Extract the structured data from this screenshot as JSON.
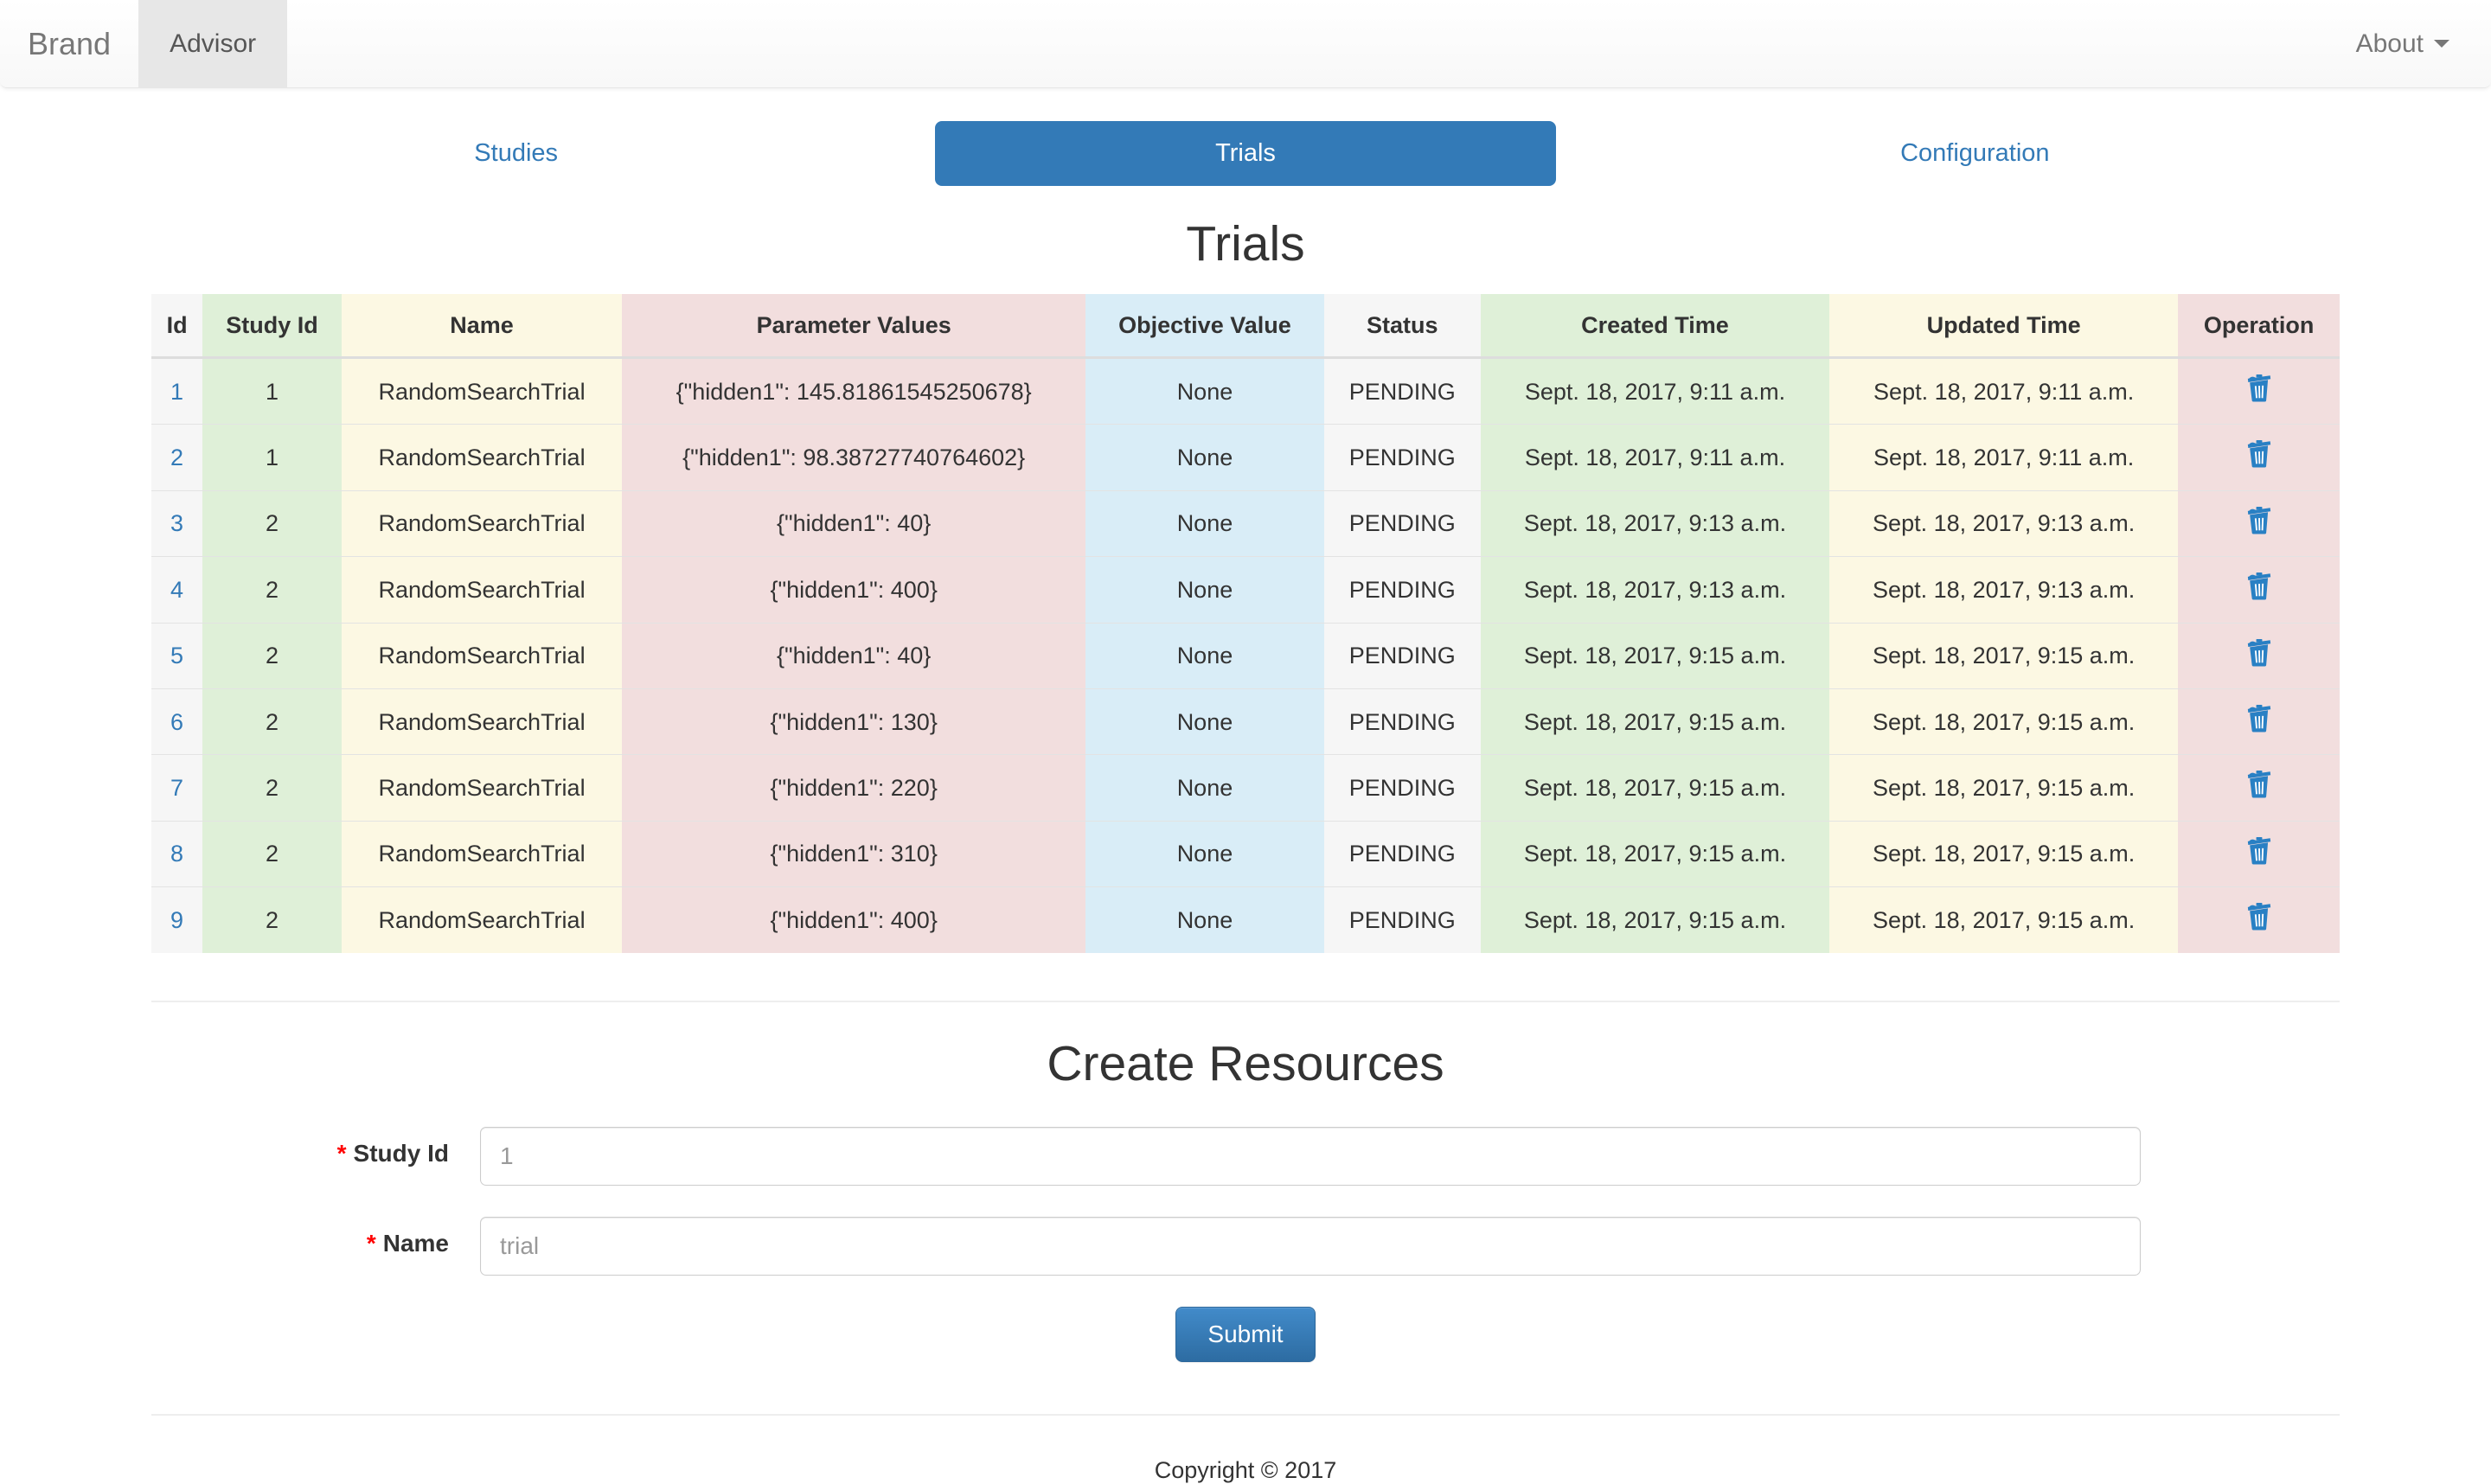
{
  "navbar": {
    "brand": "Brand",
    "items": [
      {
        "label": "Advisor",
        "active": true
      }
    ],
    "right": {
      "about_label": "About"
    }
  },
  "tabs": [
    {
      "label": "Studies",
      "active": false
    },
    {
      "label": "Trials",
      "active": true
    },
    {
      "label": "Configuration",
      "active": false
    }
  ],
  "page": {
    "title": "Trials"
  },
  "table": {
    "columns": [
      {
        "label": "Id",
        "tint": "plain"
      },
      {
        "label": "Study Id",
        "tint": "success"
      },
      {
        "label": "Name",
        "tint": "warning"
      },
      {
        "label": "Parameter Values",
        "tint": "danger"
      },
      {
        "label": "Objective Value",
        "tint": "info"
      },
      {
        "label": "Status",
        "tint": "plain"
      },
      {
        "label": "Created Time",
        "tint": "success"
      },
      {
        "label": "Updated Time",
        "tint": "warning"
      },
      {
        "label": "Operation",
        "tint": "danger"
      }
    ],
    "delete_icon": "trash-icon",
    "rows": [
      {
        "id": "1",
        "study_id": "1",
        "name": "RandomSearchTrial",
        "parameter_values": "{\"hidden1\": 145.81861545250678}",
        "objective_value": "None",
        "status": "PENDING",
        "created_time": "Sept. 18, 2017, 9:11 a.m.",
        "updated_time": "Sept. 18, 2017, 9:11 a.m."
      },
      {
        "id": "2",
        "study_id": "1",
        "name": "RandomSearchTrial",
        "parameter_values": "{\"hidden1\": 98.38727740764602}",
        "objective_value": "None",
        "status": "PENDING",
        "created_time": "Sept. 18, 2017, 9:11 a.m.",
        "updated_time": "Sept. 18, 2017, 9:11 a.m."
      },
      {
        "id": "3",
        "study_id": "2",
        "name": "RandomSearchTrial",
        "parameter_values": "{\"hidden1\": 40}",
        "objective_value": "None",
        "status": "PENDING",
        "created_time": "Sept. 18, 2017, 9:13 a.m.",
        "updated_time": "Sept. 18, 2017, 9:13 a.m."
      },
      {
        "id": "4",
        "study_id": "2",
        "name": "RandomSearchTrial",
        "parameter_values": "{\"hidden1\": 400}",
        "objective_value": "None",
        "status": "PENDING",
        "created_time": "Sept. 18, 2017, 9:13 a.m.",
        "updated_time": "Sept. 18, 2017, 9:13 a.m."
      },
      {
        "id": "5",
        "study_id": "2",
        "name": "RandomSearchTrial",
        "parameter_values": "{\"hidden1\": 40}",
        "objective_value": "None",
        "status": "PENDING",
        "created_time": "Sept. 18, 2017, 9:15 a.m.",
        "updated_time": "Sept. 18, 2017, 9:15 a.m."
      },
      {
        "id": "6",
        "study_id": "2",
        "name": "RandomSearchTrial",
        "parameter_values": "{\"hidden1\": 130}",
        "objective_value": "None",
        "status": "PENDING",
        "created_time": "Sept. 18, 2017, 9:15 a.m.",
        "updated_time": "Sept. 18, 2017, 9:15 a.m."
      },
      {
        "id": "7",
        "study_id": "2",
        "name": "RandomSearchTrial",
        "parameter_values": "{\"hidden1\": 220}",
        "objective_value": "None",
        "status": "PENDING",
        "created_time": "Sept. 18, 2017, 9:15 a.m.",
        "updated_time": "Sept. 18, 2017, 9:15 a.m."
      },
      {
        "id": "8",
        "study_id": "2",
        "name": "RandomSearchTrial",
        "parameter_values": "{\"hidden1\": 310}",
        "objective_value": "None",
        "status": "PENDING",
        "created_time": "Sept. 18, 2017, 9:15 a.m.",
        "updated_time": "Sept. 18, 2017, 9:15 a.m."
      },
      {
        "id": "9",
        "study_id": "2",
        "name": "RandomSearchTrial",
        "parameter_values": "{\"hidden1\": 400}",
        "objective_value": "None",
        "status": "PENDING",
        "created_time": "Sept. 18, 2017, 9:15 a.m.",
        "updated_time": "Sept. 18, 2017, 9:15 a.m."
      }
    ]
  },
  "create_form": {
    "title": "Create Resources",
    "required_marker": "*",
    "fields": [
      {
        "label": "Study Id",
        "placeholder": "1",
        "value": ""
      },
      {
        "label": "Name",
        "placeholder": "trial",
        "value": ""
      }
    ],
    "submit_label": "Submit"
  },
  "footer": {
    "text": "Copyright © 2017"
  },
  "colors": {
    "primary": "#337ab7",
    "link": "#337ab7",
    "success_bg": "#dff0d8",
    "warning_bg": "#fcf8e3",
    "danger_bg": "#f2dede",
    "info_bg": "#d9edf7",
    "plain_bg": "#f6f6f6",
    "required_star": "#ff0000",
    "trash_icon": "#2980c4"
  }
}
